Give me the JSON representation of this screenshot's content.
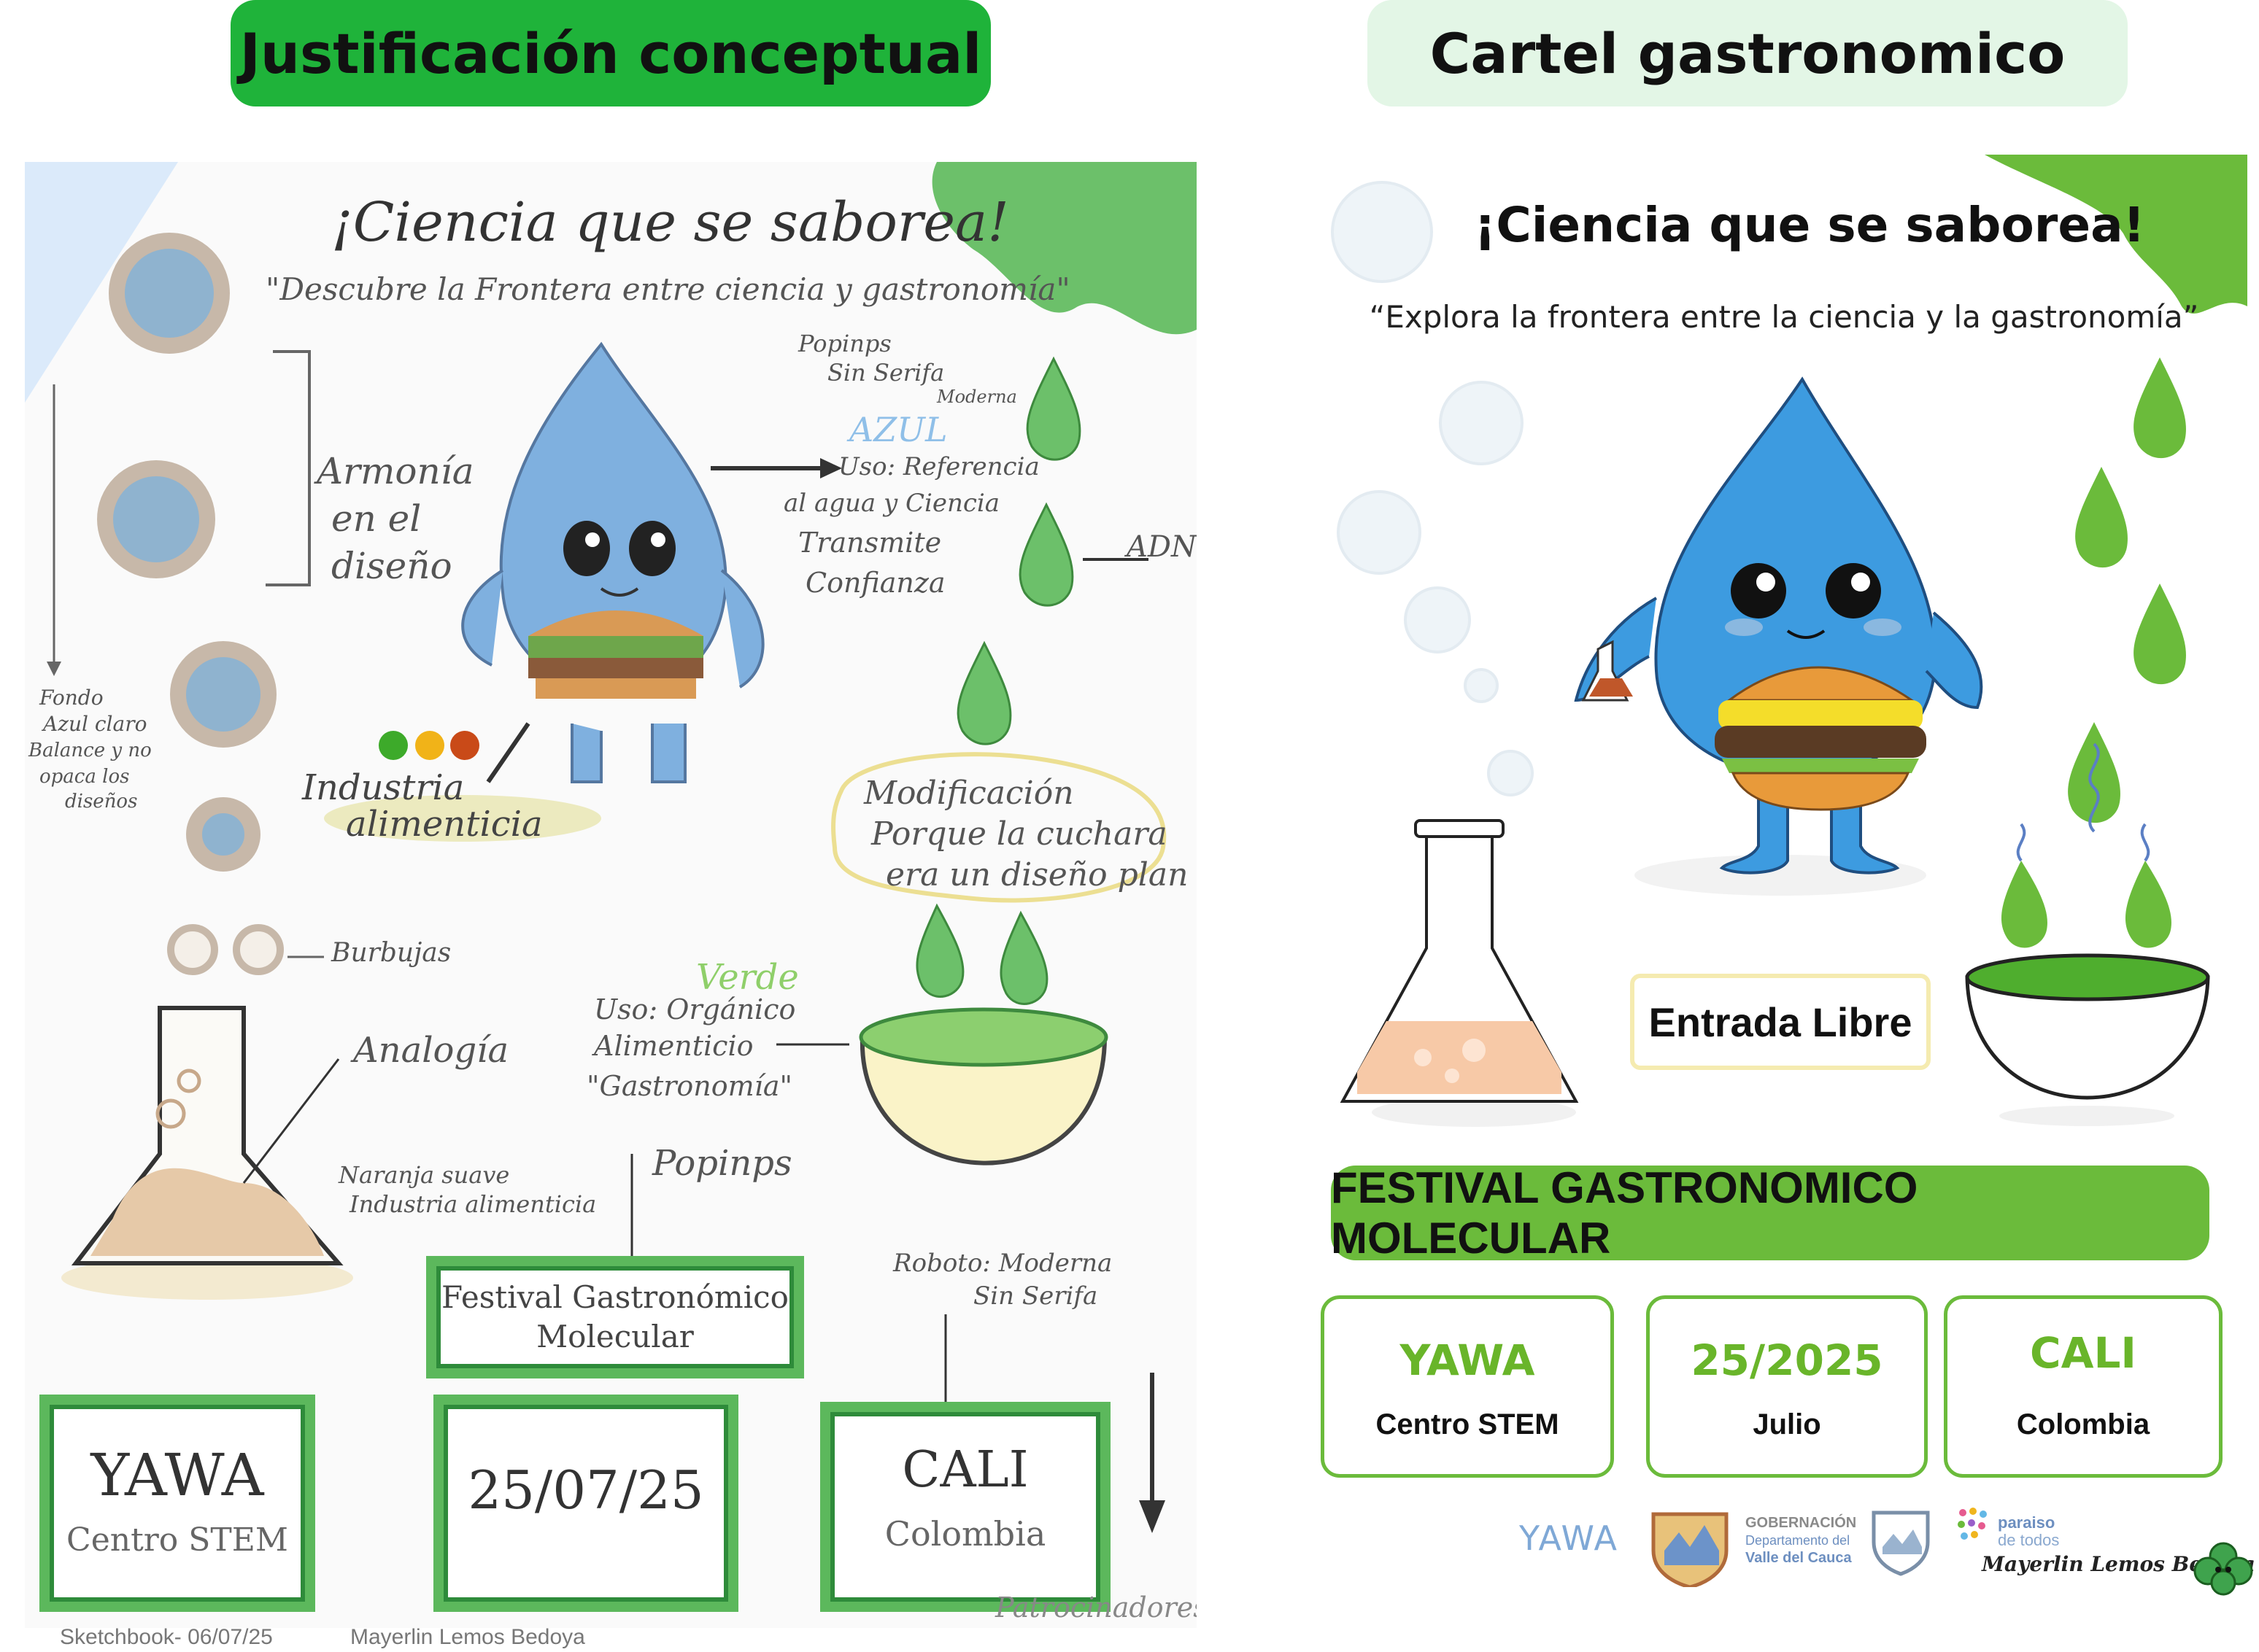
{
  "left": {
    "header": "Justificación conceptual",
    "sketch": {
      "title": "¡Ciencia que se saborea!",
      "subtitle": "\"Descubre la Frontera entre ciencia y gastronomía\"",
      "font_note_1": "Popinps",
      "font_note_2": "Sin Serifa",
      "font_note_3": "Moderna",
      "azul": "AZUL",
      "azul_uso_1": "Uso: Referencia",
      "azul_uso_2": "al agua y Ciencia",
      "azul_uso_3": "Transmite",
      "azul_uso_4": "Confianza",
      "adn": "ADN",
      "armonia_1": "Armonía",
      "armonia_2": "en el",
      "armonia_3": "diseño",
      "fondo_1": "Fondo",
      "fondo_2": "Azul claro",
      "fondo_3": "Balance y no",
      "fondo_4": "opaca los",
      "fondo_5": "diseños",
      "industria_1": "Industria",
      "industria_2": "alimenticia",
      "modificacion_1": "Modificación",
      "modificacion_2": "Porque la cuchara",
      "modificacion_3": "era un diseño plan",
      "burbujas": "Burbujas",
      "analogia": "Analogía",
      "verde": "Verde",
      "verde_uso_1": "Uso: Orgánico",
      "verde_uso_2": "Alimenticio",
      "verde_uso_3": "\"Gastronomía\"",
      "naranja_1": "Naranja suave",
      "naranja_2": "Industria alimenticia",
      "popinps": "Popinps",
      "festival_1": "Festival Gastronómico",
      "festival_2": "Molecular",
      "roboto_1": "Roboto: Moderna",
      "roboto_2": "Sin Serifa",
      "box_yawa": "YAWA",
      "box_yawa_sub": "Centro STEM",
      "box_date": "25/07/25",
      "box_cali": "CALI",
      "box_cali_sub": "Colombia",
      "patrocinadores": "Patrocinadores",
      "footer_left": "Sketchbook- 06/07/25",
      "footer_right": "Mayerlin Lemos Bedoya"
    }
  },
  "right": {
    "header": "Cartel gastronomico",
    "title": "¡Ciencia que se saborea!",
    "subtitle": "“Explora la frontera entre la ciencia y la gastronomía”",
    "entrada": "Entrada Libre",
    "festival": "FESTIVAL GASTRONOMICO MOLECULAR",
    "info": [
      {
        "value": "YAWA",
        "sub": "Centro STEM"
      },
      {
        "value": "25/2025",
        "sub": "Julio"
      },
      {
        "value": "CALI",
        "sub": "Colombia"
      }
    ],
    "logos": {
      "yawa": "YAWA",
      "gob_1": "GOBERNACIÓN",
      "gob_2": "Departamento del",
      "gob_3": "Valle del Cauca",
      "paraiso_1": "paraiso",
      "paraiso_2": "de todos",
      "signature": "Mayerlin Lemos Bedoya"
    }
  },
  "colors": {
    "header_left_bg": "#1fb33a",
    "header_right_bg": "#e3f6e6",
    "poster_green": "#6bbb3b",
    "drop_blue": "#3d9be0",
    "bowl_green": "#4fae2e"
  }
}
